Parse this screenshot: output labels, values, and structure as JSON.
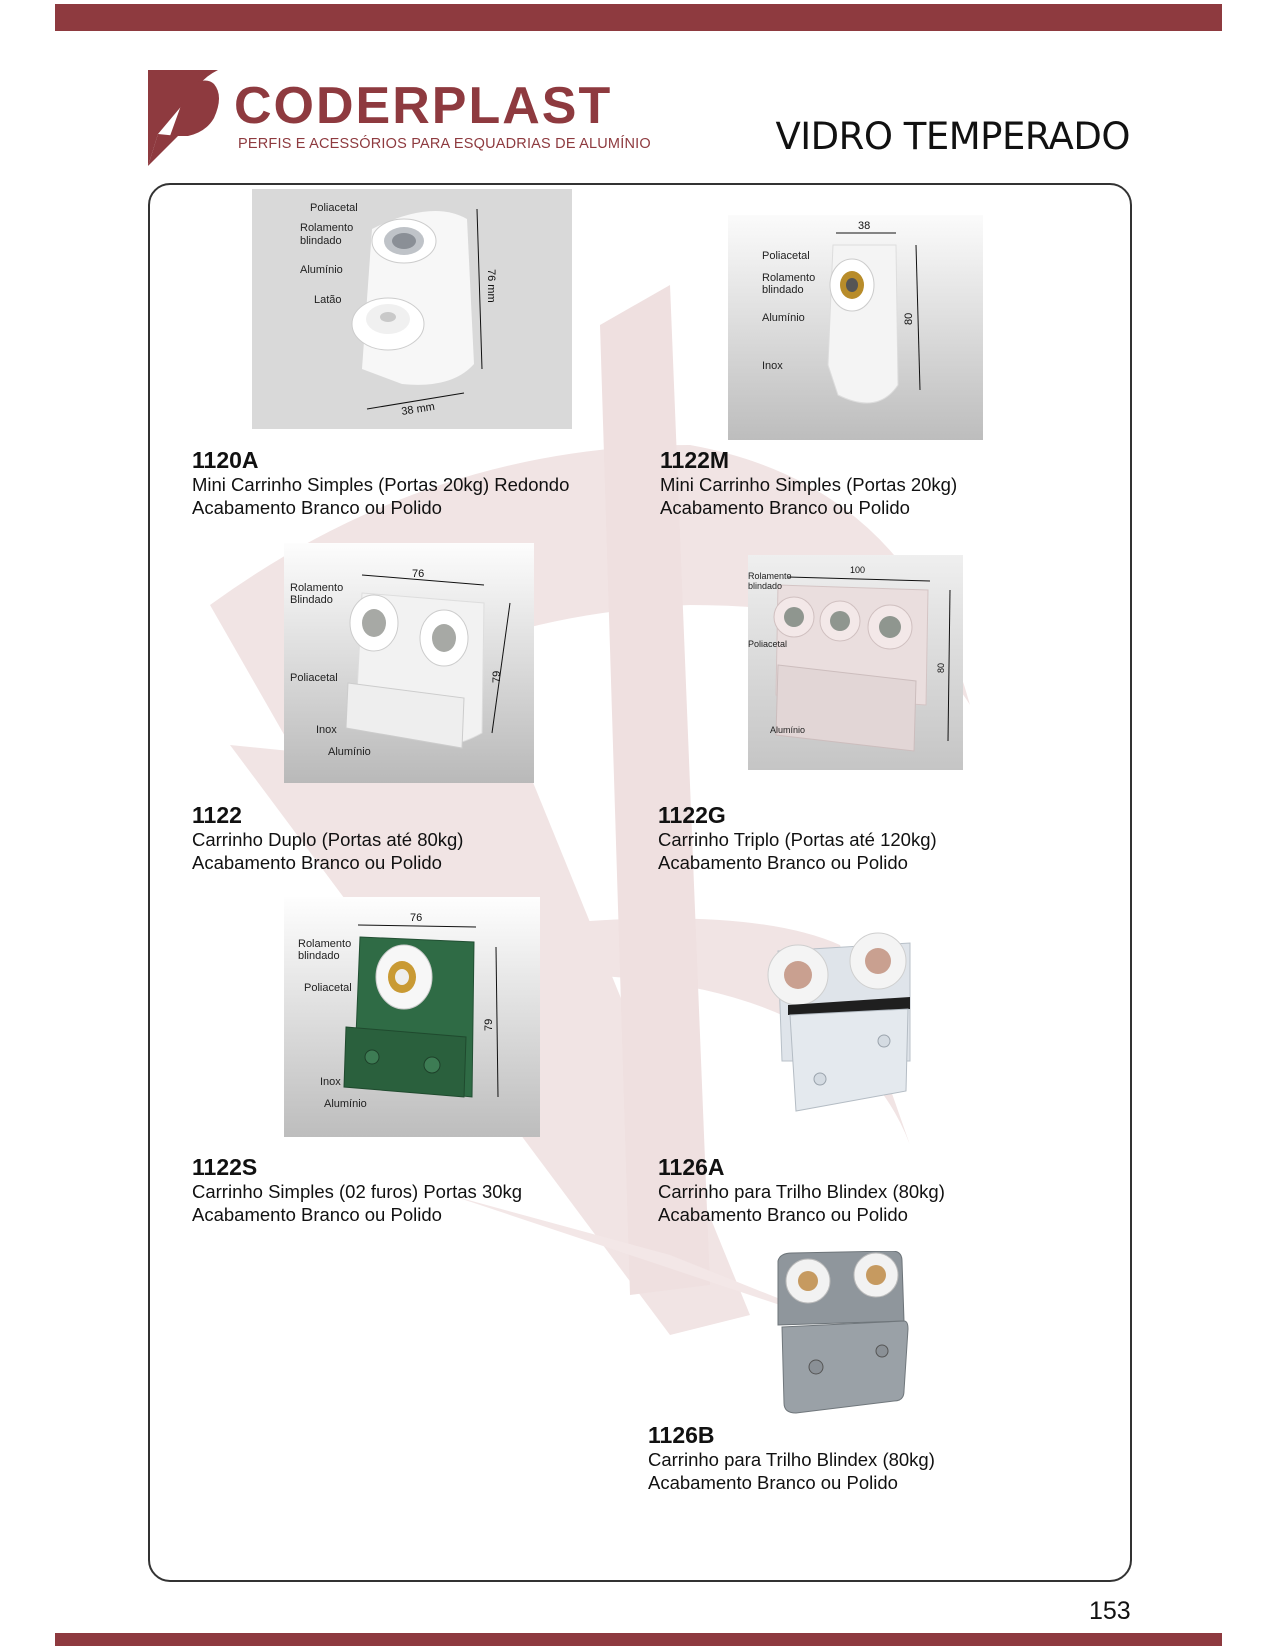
{
  "header": {
    "brand_name": "CODERPLAST",
    "tagline": "PERFIS E ACESSÓRIOS PARA ESQUADRIAS DE ALUMÍNIO",
    "section_title": "VIDRO TEMPERADO"
  },
  "colors": {
    "brand": "#8e3a3f",
    "frame": "#333333",
    "watermark": "#eedcdc"
  },
  "products": [
    {
      "code": "1120A",
      "line1": "Mini Carrinho Simples (Portas 20kg) Redondo",
      "line2": "Acabamento Branco ou Polido",
      "labels": {
        "poliacetal": "Poliacetal",
        "rolamento1": "Rolamento",
        "rolamento2": "blindado",
        "aluminio": "Alumínio",
        "latao": "Latão"
      },
      "dims": {
        "height": "76 mm",
        "width": "38 mm"
      }
    },
    {
      "code": "1122M",
      "line1": "Mini Carrinho Simples (Portas 20kg)",
      "line2": "Acabamento Branco ou Polido",
      "labels": {
        "poliacetal": "Poliacetal",
        "rolamento1": "Rolamento",
        "rolamento2": "blindado",
        "aluminio": "Alumínio",
        "inox": "Inox"
      },
      "dims": {
        "width": "38",
        "height": "80"
      }
    },
    {
      "code": "1122",
      "line1": "Carrinho Duplo (Portas até 80kg)",
      "line2": "Acabamento Branco ou Polido",
      "labels": {
        "rolamento1": "Rolamento",
        "rolamento2": "Blindado",
        "poliacetal": "Poliacetal",
        "inox": "Inox",
        "aluminio": "Alumínio"
      },
      "dims": {
        "width": "76",
        "height": "79"
      }
    },
    {
      "code": "1122G",
      "line1": "Carrinho Triplo (Portas até 120kg)",
      "line2": "Acabamento Branco ou Polido",
      "labels": {
        "rolamento1": "Rolamento",
        "rolamento2": "blindado",
        "poliacetal": "Poliacetal",
        "aluminio": "Alumínio"
      },
      "dims": {
        "width": "100",
        "height": "80"
      }
    },
    {
      "code": "1122S",
      "line1": "Carrinho Simples (02 furos) Portas 30kg",
      "line2": "Acabamento Branco ou Polido",
      "labels": {
        "rolamento1": "Rolamento",
        "rolamento2": "blindado",
        "poliacetal": "Poliacetal",
        "inox": "Inox",
        "aluminio": "Alumínio"
      },
      "dims": {
        "width": "76",
        "height": "79"
      }
    },
    {
      "code": "1126A",
      "line1": "Carrinho para Trilho Blindex (80kg)",
      "line2": "Acabamento Branco ou Polido"
    },
    {
      "code": "1126B",
      "line1": "Carrinho para Trilho Blindex (80kg)",
      "line2": "Acabamento Branco ou Polido"
    }
  ],
  "page_number": "153"
}
